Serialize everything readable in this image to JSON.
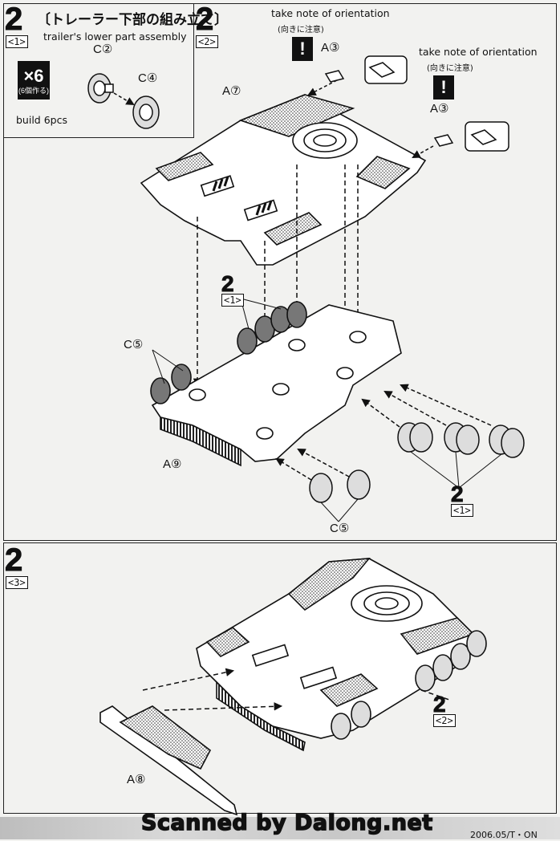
{
  "step1": {
    "number": "2",
    "sub_tag": "<1>",
    "title_jp": "〔トレーラー下部の組み立て〕",
    "title_en": "trailer's lower part assembly",
    "sub_tag_right": "<2>",
    "inset": {
      "multiplier": "×6",
      "multiplier_jp": "(6個作る)",
      "build_note": "build 6pcs",
      "part_c2": "C②",
      "part_c4": "C④"
    },
    "note_left": {
      "en": "take note of orientation",
      "jp": "(向きに注意)",
      "part": "A③"
    },
    "note_right": {
      "en": "take note of orientation",
      "jp": "(向きに注意)",
      "part": "A③"
    },
    "labels": {
      "a7": "A⑦",
      "c5_left": "C⑤",
      "a9": "A⑨",
      "c5_bottom": "C⑤"
    },
    "ref_mid": {
      "number": "2",
      "tag": "<1>"
    },
    "ref_right": {
      "number": "2",
      "tag": "<1>"
    }
  },
  "step2": {
    "number": "2",
    "sub_tag": "<3>",
    "label_a8": "A⑧",
    "ref": {
      "number": "2",
      "tag": "<2>"
    }
  },
  "footer": {
    "scanned": "Scanned by Dalong.net",
    "date": "2006.05/T・ON"
  }
}
